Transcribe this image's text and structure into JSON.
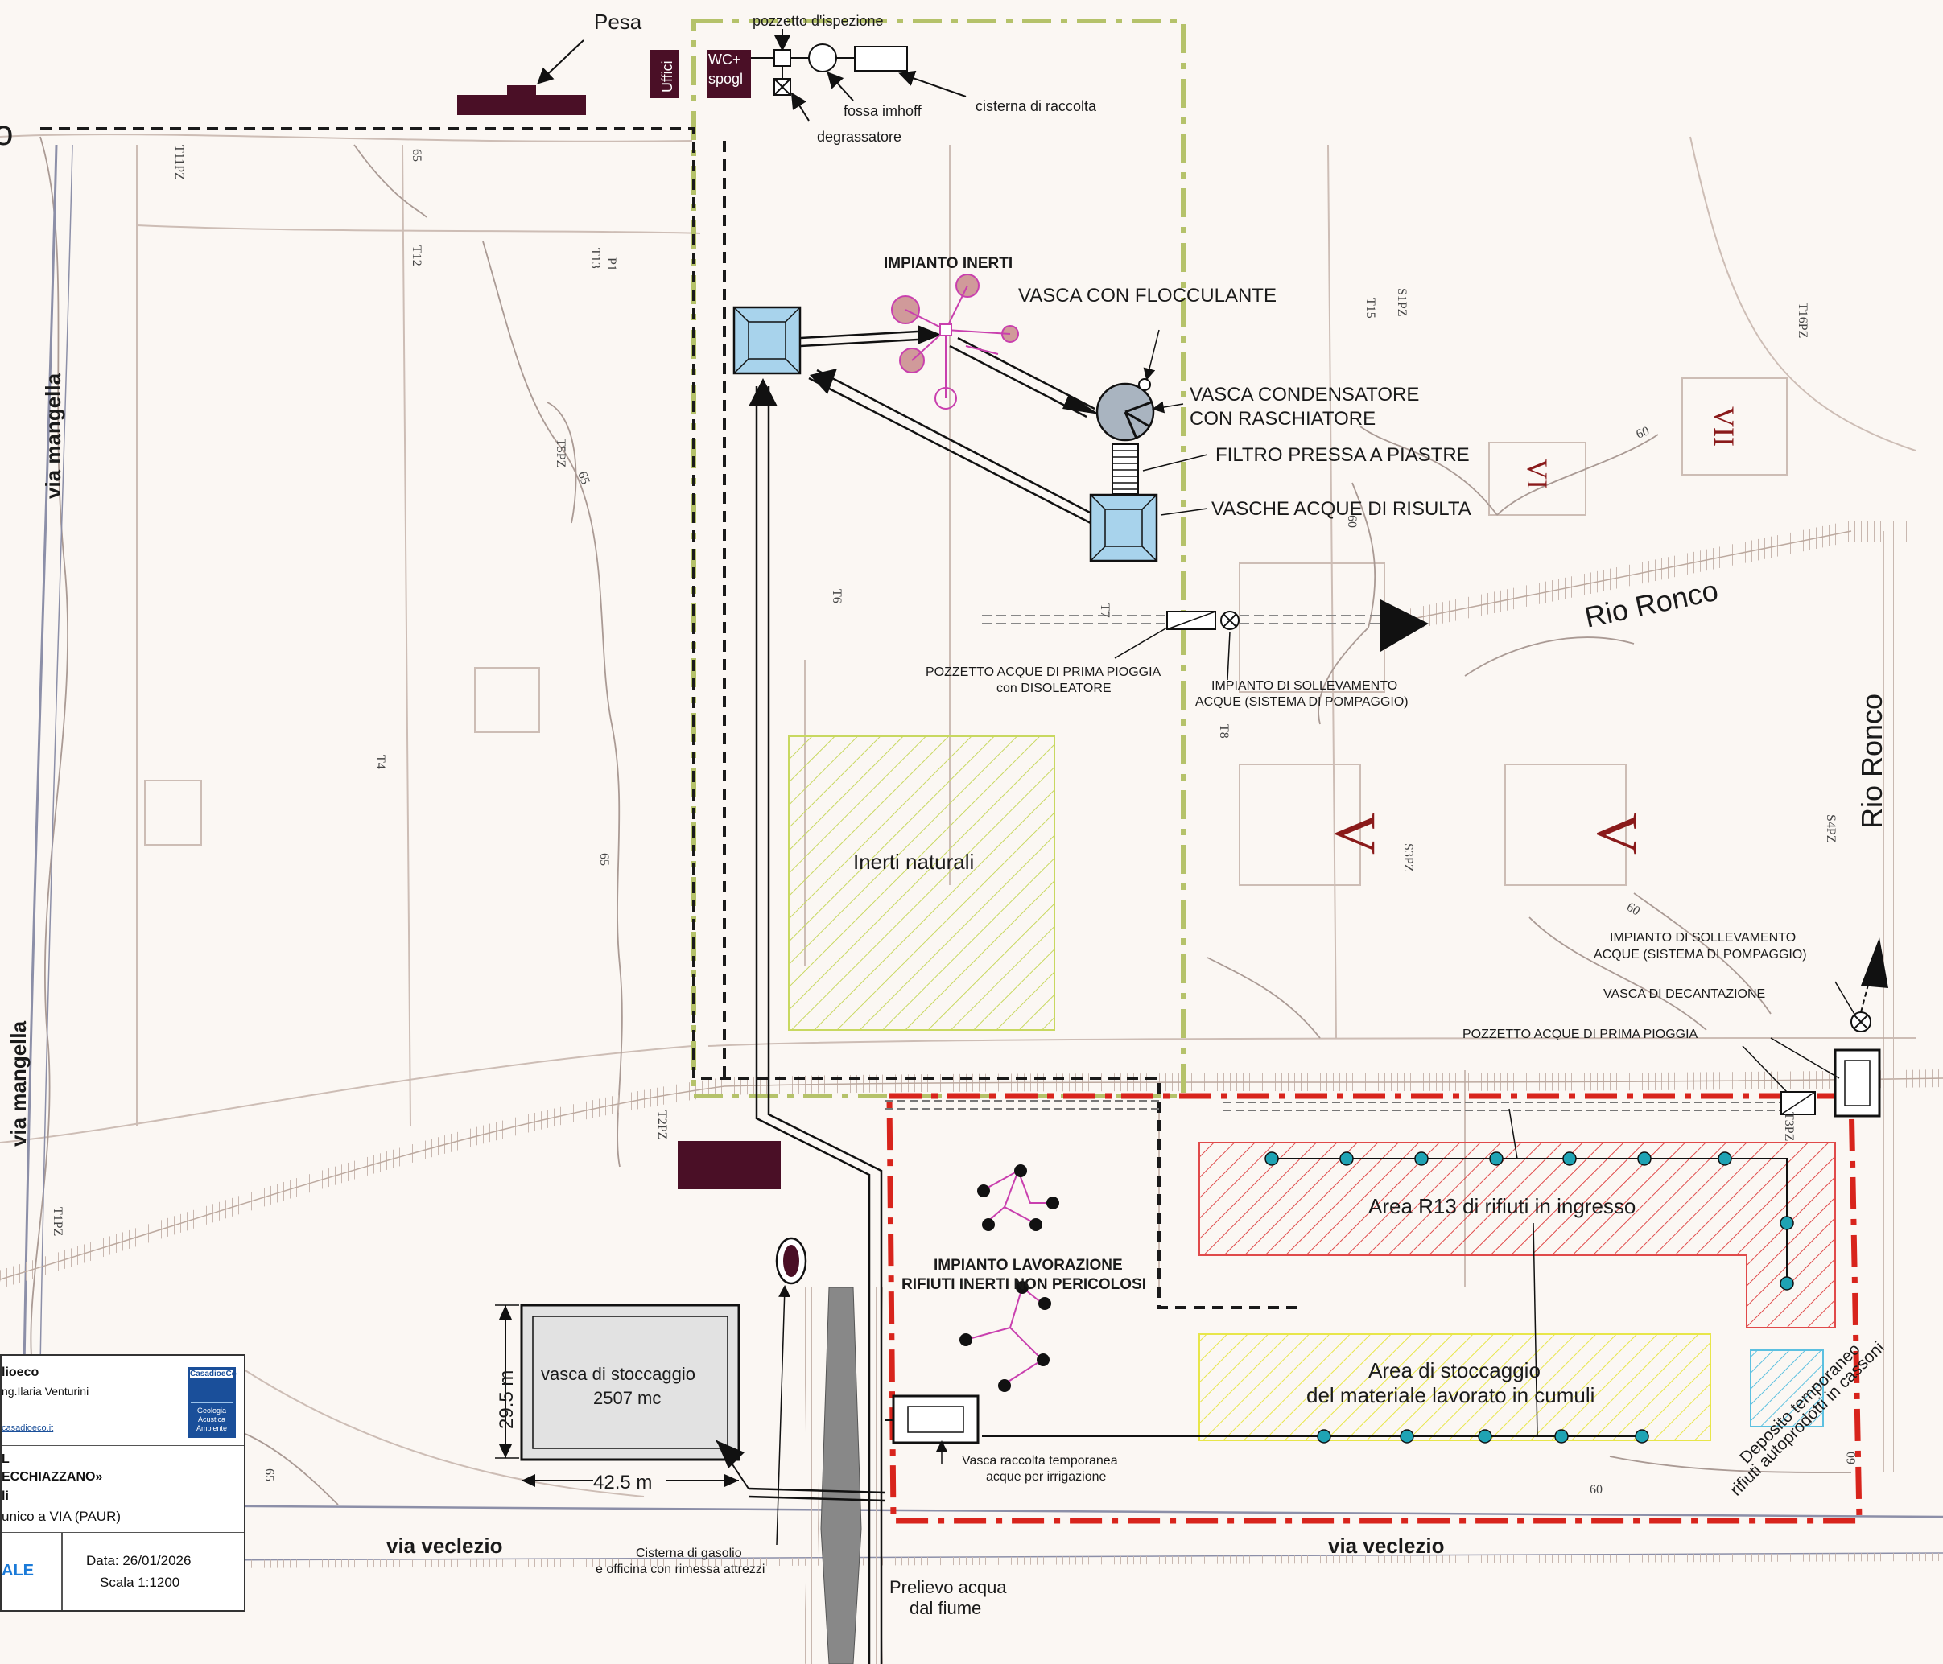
{
  "top_labels": {
    "pesa": "Pesa",
    "uffici": "Uffici",
    "wc_line1": "WC+",
    "wc_line2": "spogl",
    "pozzetto_ispezione": "pozzetto d'ispezione",
    "fossa_imhoff": "fossa imhoff",
    "cisterna_raccolta": "cisterna di raccolta",
    "degrassatore": "degrassatore",
    "cut_o": "o"
  },
  "plant": {
    "impianto_inerti": "IMPIANTO INERTI",
    "vasca_flocculante": "VASCA CON FLOCCULANTE",
    "vasca_condensatore_1": "VASCA CONDENSATORE",
    "vasca_condensatore_2": "CON RASCHIATORE",
    "filtro_pressa": "FILTRO PRESSA A PIASTRE",
    "vasche_acque": "VASCHE ACQUE DI RISULTA",
    "pozzetto_prima_pioggia_1": "POZZETTO ACQUE DI PRIMA PIOGGIA",
    "pozzetto_prima_pioggia_2": "con DISOLEATORE",
    "sollevamento_1": "IMPIANTO DI SOLLEVAMENTO",
    "sollevamento_2": "ACQUE (SISTEMA DI POMPAGGIO)",
    "inerti_naturali": "Inerti naturali"
  },
  "east": {
    "rio_ronco_h": "Rio Ronco",
    "rio_ronco_v": "Rio Ronco",
    "sollevamento_1": "IMPIANTO DI SOLLEVAMENTO",
    "sollevamento_2": "ACQUE (SISTEMA DI POMPAGGIO)",
    "vasca_decantazione": "VASCA DI DECANTAZIONE",
    "pozzetto_prima_pioggia": "POZZETTO ACQUE DI PRIMA PIOGGIA",
    "area_r13": "Area R13 di rifiuti in ingresso",
    "stoccaggio_1": "Area di stoccaggio",
    "stoccaggio_2": "del materiale lavorato in cumuli",
    "deposito_1": "Deposito temporaneo",
    "deposito_2": "rifiuti autoprodotti in cassoni"
  },
  "south": {
    "lavorazione_1": "IMPIANTO LAVORAZIONE",
    "lavorazione_2": "RIFIUTI INERTI NON PERICOLOSI",
    "vasca_stoccaggio_1": "vasca di stoccaggio",
    "vasca_stoccaggio_2": "2507 mc",
    "dim_height": "29.5 m",
    "dim_width": "42.5 m",
    "vasca_irrigazione_1": "Vasca raccolta temporanea",
    "vasca_irrigazione_2": "acque per irrigazione",
    "cisterna_gasolio_1": "Cisterna di gasolio",
    "cisterna_gasolio_2": "e officina con rimessa attrezzi",
    "prelievo_1": "Prelievo acqua",
    "prelievo_2": "dal fiume",
    "via_veclezio_w": "via veclezio",
    "via_veclezio_e": "via veclezio"
  },
  "roads": {
    "via_mangella_1": "via mangella",
    "via_mangella_2": "via mangella"
  },
  "contours": {
    "c65a": "65",
    "c65b": "65",
    "c65c": "65",
    "c65d": "65",
    "c60a": "60",
    "c60b": "60",
    "c60c": "60",
    "c60d": "60",
    "c60e": "60"
  },
  "fields": {
    "v1": "V",
    "v2": "V",
    "vi": "VI",
    "vii": "VII"
  },
  "points": {
    "t11pz": "T11PZ",
    "t12": "T12",
    "t13": "T13",
    "p1": "P1",
    "t15": "T15",
    "s1pz": "S1PZ",
    "t16pz": "T16PZ",
    "t5pz": "T5PZ",
    "t6": "T6",
    "t7": "T7",
    "t8": "T8",
    "t4": "T4",
    "s3pz": "S3PZ",
    "s4pz": "S4PZ",
    "t2pz": "T2PZ",
    "t1pz": "T1PZ",
    "t3pz": "T3PZ"
  },
  "title_block": {
    "company": "lioeco",
    "author": "ng.Ilaria Venturini",
    "email": "casadioeco.it",
    "logo_brand": "CasadioeCo",
    "logo_l1": "Geologia",
    "logo_l2": "Acustica",
    "logo_l3": "Ambiente",
    "proj_1": "L",
    "proj_2": "ECCHIAZZANO»",
    "proj_3": "li",
    "proj_4": "unico a VIA (PAUR)",
    "tav": "ALE",
    "date": "Data: 26/01/2026",
    "scale": "Scala 1:1200"
  },
  "colors": {
    "plant_boundary": "#b5c26a",
    "red_boundary": "#d8241c",
    "dark_building": "#4a0f26",
    "tank_blue": "#a8d3ec",
    "hatch_red": "#e04a4a",
    "hatch_yellow": "#e8e64a",
    "hatch_green": "#c8d860",
    "dot_teal": "#1fa3b4"
  }
}
